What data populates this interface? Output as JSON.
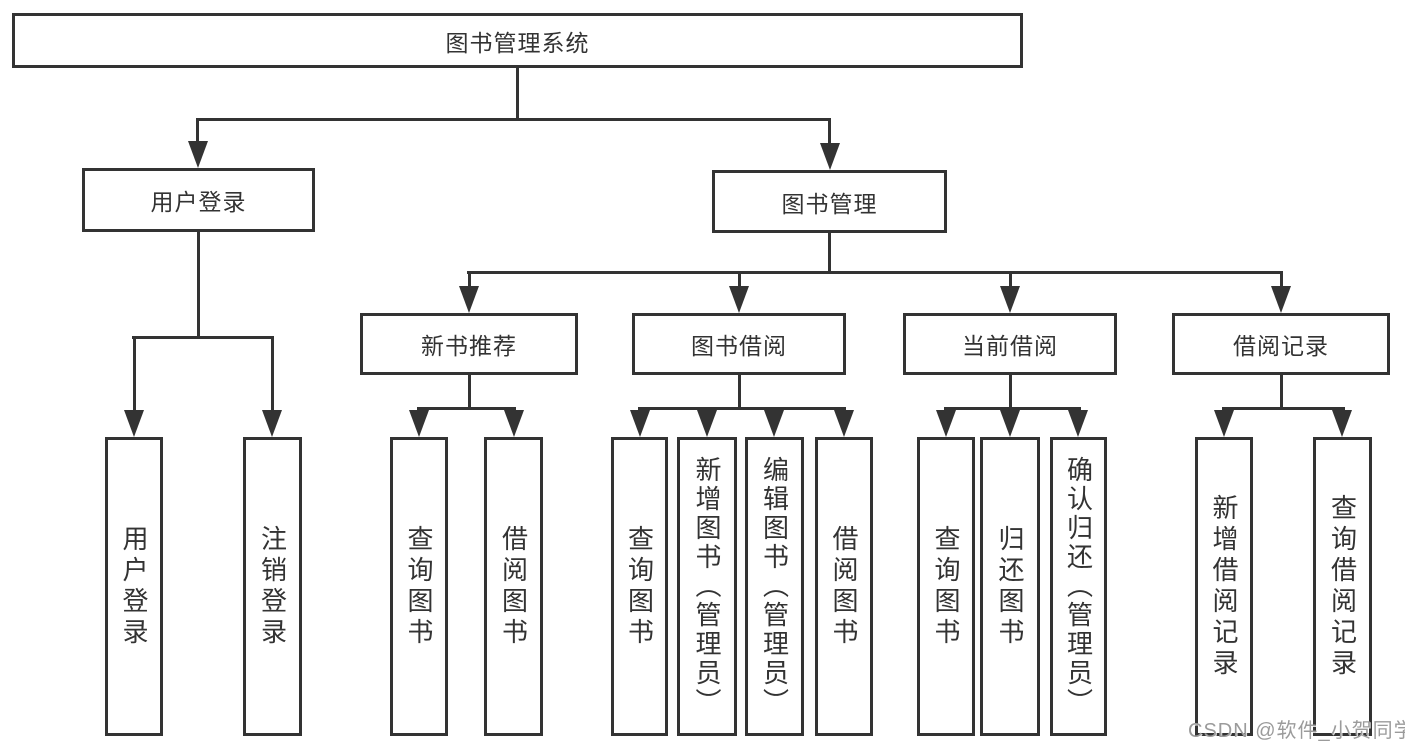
{
  "diagram": {
    "title": "图书管理系统",
    "type": "hierarchy-tree",
    "watermark": "CSDN @软件_小贺同学"
  },
  "colors": {
    "line": "#333333",
    "text": "#333333",
    "background": "#ffffff",
    "watermark": "#9b9b9b"
  },
  "nodes": {
    "root": {
      "label": "图书管理系统"
    },
    "user_login": {
      "label": "用户登录"
    },
    "book_mgmt": {
      "label": "图书管理"
    },
    "new_book": {
      "label": "新书推荐"
    },
    "book_borrow": {
      "label": "图书借阅"
    },
    "current_borrow": {
      "label": "当前借阅"
    },
    "borrow_record": {
      "label": "借阅记录"
    },
    "login_action": {
      "label": "用户登录"
    },
    "logout_action": {
      "label": "注销登录"
    },
    "nb_query": {
      "label": "查询图书"
    },
    "nb_borrow": {
      "label": "借阅图书"
    },
    "bb_query": {
      "label": "查询图书"
    },
    "bb_add": {
      "label": "新增图书（管理员）"
    },
    "bb_edit": {
      "label": "编辑图书（管理员）"
    },
    "bb_borrow": {
      "label": "借阅图书"
    },
    "cb_query": {
      "label": "查询图书"
    },
    "cb_return": {
      "label": "归还图书"
    },
    "cb_confirm": {
      "label": "确认归还（管理员）"
    },
    "rec_add": {
      "label": "新增借阅记录"
    },
    "rec_query": {
      "label": "查询借阅记录"
    }
  },
  "edges": [
    {
      "from": "root",
      "to": "user_login"
    },
    {
      "from": "root",
      "to": "book_mgmt"
    },
    {
      "from": "user_login",
      "to": "login_action"
    },
    {
      "from": "user_login",
      "to": "logout_action"
    },
    {
      "from": "book_mgmt",
      "to": "new_book"
    },
    {
      "from": "book_mgmt",
      "to": "book_borrow"
    },
    {
      "from": "book_mgmt",
      "to": "current_borrow"
    },
    {
      "from": "book_mgmt",
      "to": "borrow_record"
    },
    {
      "from": "new_book",
      "to": "nb_query"
    },
    {
      "from": "new_book",
      "to": "nb_borrow"
    },
    {
      "from": "book_borrow",
      "to": "bb_query"
    },
    {
      "from": "book_borrow",
      "to": "bb_add"
    },
    {
      "from": "book_borrow",
      "to": "bb_edit"
    },
    {
      "from": "book_borrow",
      "to": "bb_borrow"
    },
    {
      "from": "current_borrow",
      "to": "cb_query"
    },
    {
      "from": "current_borrow",
      "to": "cb_return"
    },
    {
      "from": "current_borrow",
      "to": "cb_confirm"
    },
    {
      "from": "borrow_record",
      "to": "rec_add"
    },
    {
      "from": "borrow_record",
      "to": "rec_query"
    }
  ]
}
